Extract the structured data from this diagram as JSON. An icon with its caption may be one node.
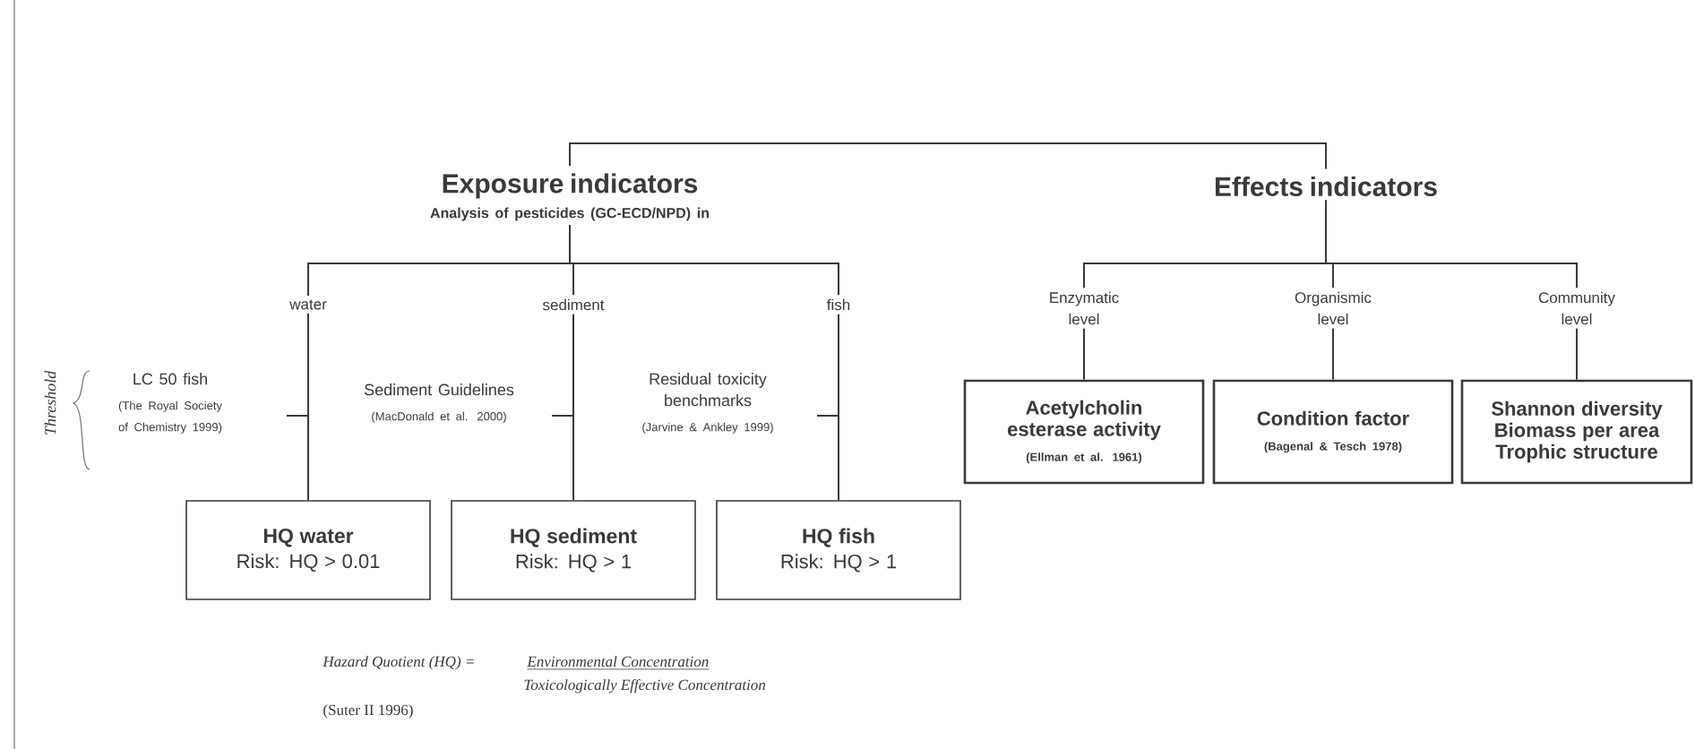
{
  "diagram": {
    "nodes": [
      {
        "text": [
          "Exposure indicators",
          "Analysis of pesticides (GC-ECD/NPD) in"
        ]
      },
      {
        "text": [
          "Effects indicators"
        ]
      },
      {
        "text": [
          "water"
        ]
      },
      {
        "text": [
          "sediment"
        ]
      },
      {
        "text": [
          "fish"
        ]
      },
      {
        "text": [
          "Enzymatic level"
        ]
      },
      {
        "text": [
          "Organismic level"
        ]
      },
      {
        "text": [
          "Community level"
        ]
      },
      {
        "text": [
          "LC 50 fish",
          "(The Royal Society of Chemistry 1999)"
        ]
      },
      {
        "text": [
          "Sediment Guidelines",
          "(MacDonald et al. 2000)"
        ]
      },
      {
        "text": [
          "Residual toxicity benchmarks",
          "(Jarvine & Ankley 1999)"
        ]
      },
      {
        "text": [
          "HQ water",
          "Risk: HQ > 0.01"
        ]
      },
      {
        "text": [
          "HQ sediment",
          "Risk: HQ > 1"
        ]
      },
      {
        "text": [
          "HQ fish",
          "Risk: HQ > 1"
        ]
      },
      {
        "text": [
          "Acetylcholin esterase activity",
          "(Ellman et al. 1961)"
        ]
      },
      {
        "text": [
          "Condition factor",
          "(Bagenal & Tesch 1978)"
        ]
      },
      {
        "text": [
          "Shannon diversity Biomass per area Trophic structure"
        ]
      }
    ],
    "edges": [
      {
        "from": 0,
        "to": 1,
        "arrow": "none"
      },
      {
        "from": 0,
        "to": 2,
        "arrow": "none"
      },
      {
        "from": 0,
        "to": 3,
        "arrow": "none"
      },
      {
        "from": 0,
        "to": 4,
        "arrow": "none"
      },
      {
        "from": 1,
        "to": 5,
        "arrow": "none"
      },
      {
        "from": 1,
        "to": 6,
        "arrow": "none"
      },
      {
        "from": 1,
        "to": 7,
        "arrow": "none"
      },
      {
        "from": 2,
        "to": 11,
        "arrow": "none"
      },
      {
        "from": 3,
        "to": 12,
        "arrow": "none"
      },
      {
        "from": 4,
        "to": 13,
        "arrow": "none"
      },
      {
        "from": 5,
        "to": 14,
        "arrow": "none"
      },
      {
        "from": 6,
        "to": 15,
        "arrow": "none"
      },
      {
        "from": 7,
        "to": 16,
        "arrow": "none"
      },
      {
        "from": 8,
        "to": 11,
        "arrow": "none"
      },
      {
        "from": 9,
        "to": 12,
        "arrow": "none"
      },
      {
        "from": 10,
        "to": 13,
        "arrow": "none"
      }
    ],
    "labels": [
      "Threshold",
      "Hazard Quotient (HQ) =",
      "Environmental Concentration",
      "Toxicologically Effective Concentration",
      "(Suter II 1996)"
    ]
  }
}
